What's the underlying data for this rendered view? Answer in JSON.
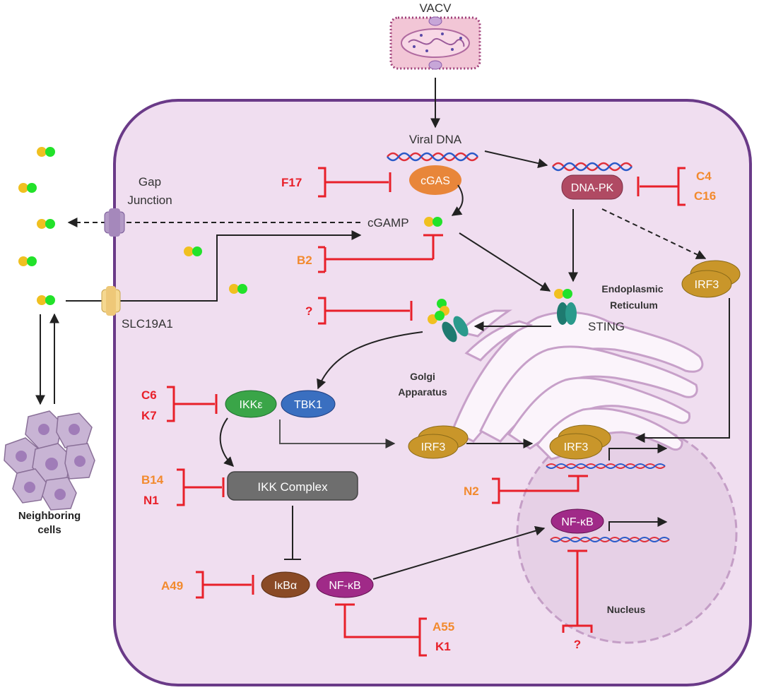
{
  "virus": {
    "label": "VACV"
  },
  "labels": {
    "viral_dna": "Viral DNA",
    "cgamp": "cGAMP",
    "gap_junction_1": "Gap",
    "gap_junction_2": "Junction",
    "slc19a1": "SLC19A1",
    "sting": "STING",
    "er_1": "Endoplasmic",
    "er_2": "Reticulum",
    "golgi_1": "Golgi",
    "golgi_2": "Apparatus",
    "nucleus": "Nucleus",
    "neighboring_1": "Neighboring",
    "neighboring_2": "cells"
  },
  "proteins": {
    "cgas": "cGAS",
    "dna_pk": "DNA-PK",
    "irf3_er": "IRF3",
    "ikke": "IKKε",
    "tbk1": "TBK1",
    "irf3_cyto": "IRF3",
    "irf3_nuc": "IRF3",
    "ikk_complex": "IKK Complex",
    "ikba": "IκBα",
    "nfkb_cyto": "NF-κB",
    "nfkb_nuc": "NF-κB"
  },
  "inhibitors": {
    "f17": "F17",
    "c4": "C4",
    "c16": "C16",
    "b2": "B2",
    "unknown_sting": "?",
    "c6": "C6",
    "k7": "K7",
    "b14": "B14",
    "n1": "N1",
    "n2": "N2",
    "a49": "A49",
    "a55": "A55",
    "k1": "K1",
    "unknown_nuc": "?"
  },
  "colors": {
    "cell_fill": "#f0def0",
    "cell_border": "#6a3a88",
    "inhibitor_red": "#e8202a",
    "inhibitor_orange": "#f28a2e",
    "cgas": "#e8863a",
    "dna_pk": "#b04a63",
    "irf3": "#c9962a",
    "ikke": "#3aa548",
    "tbk1": "#3a6fc0",
    "ikk_complex": "#6e6e6e",
    "ikba": "#8a4a26",
    "nfkb": "#a02a88",
    "sting": "#1e7a70",
    "cgamp_yellow": "#f0c020",
    "cgamp_green": "#22e22a"
  }
}
